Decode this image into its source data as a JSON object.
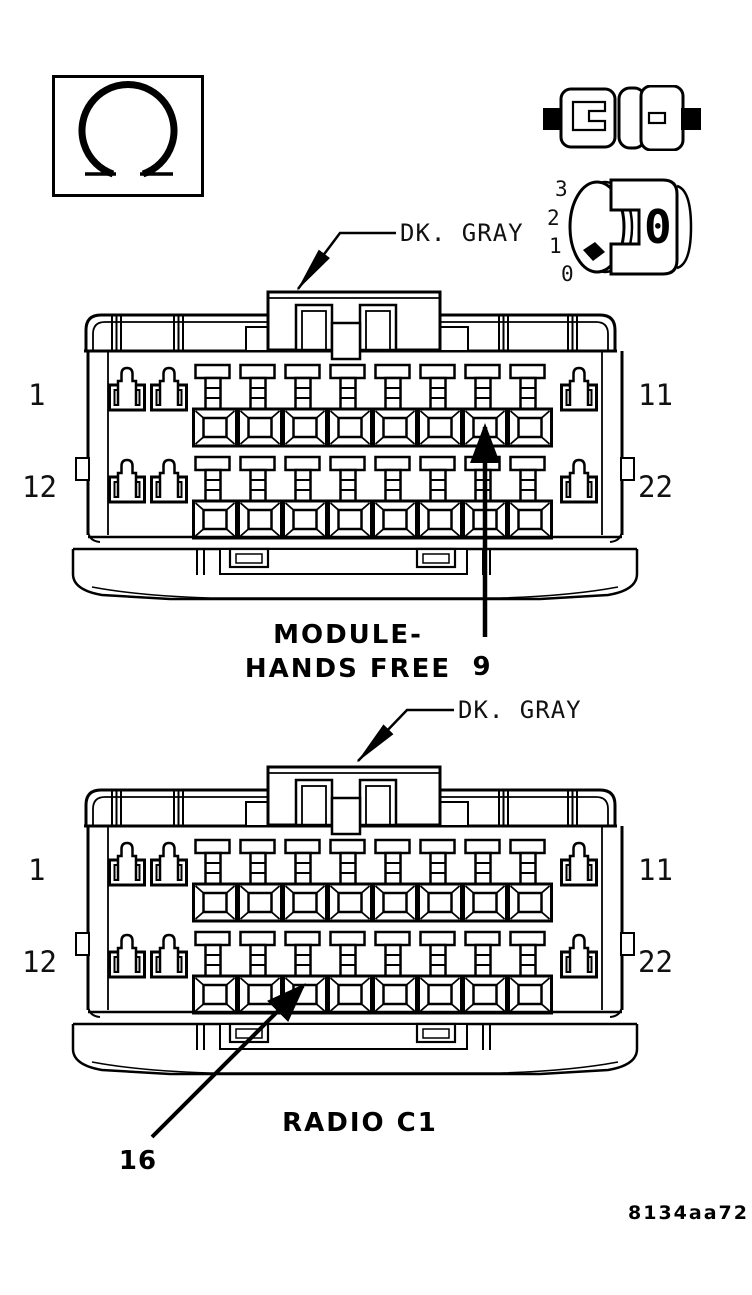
{
  "page": {
    "background_color": "#ffffff",
    "line_color": "#000000",
    "figure_code": "8134aa72"
  },
  "legend": {
    "ohm_icon": "ohm-symbol-icon",
    "terminal_pair_icon": "terminal-pair-icon",
    "ohmmeter_dial_icon": "ohmmeter-dial-icon",
    "dial_scale_labels": [
      "3",
      "2",
      "1",
      "0"
    ],
    "dial_knob_label": "0"
  },
  "connectors": [
    {
      "name_line1": "MODULE-",
      "name_line2": "HANDS FREE",
      "connector_color": "DK. GRAY",
      "rows": 2,
      "cavities_per_row": 11,
      "pin_labels": {
        "row1_left": "1",
        "row1_right": "11",
        "row2_left": "12",
        "row2_right": "22"
      },
      "callout_pin": "9"
    },
    {
      "name_line1": "RADIO C1",
      "name_line2": "",
      "connector_color": "DK. GRAY",
      "rows": 2,
      "cavities_per_row": 11,
      "pin_labels": {
        "row1_left": "1",
        "row1_right": "11",
        "row2_left": "12",
        "row2_right": "22"
      },
      "callout_pin": "16"
    }
  ]
}
